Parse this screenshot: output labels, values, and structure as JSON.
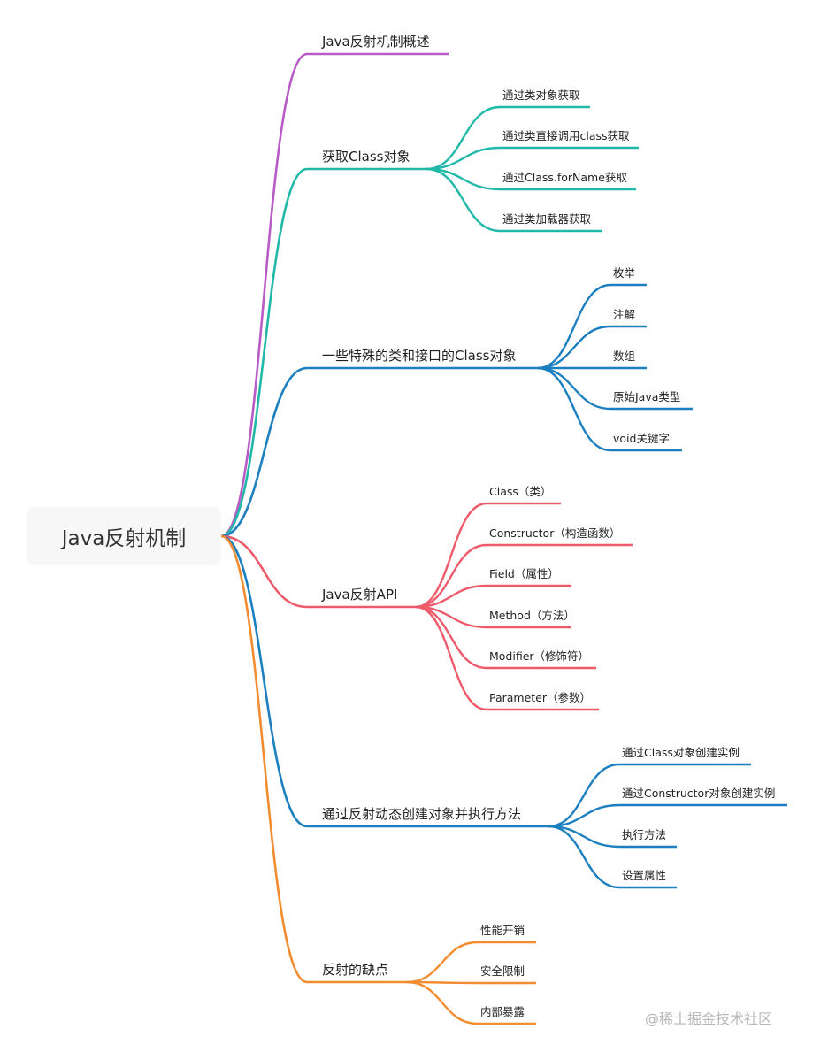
{
  "root": {
    "label": "Java反射机制"
  },
  "branches": [
    {
      "label": "Java反射机制概述",
      "color": "#b85bc6",
      "children": []
    },
    {
      "label": "获取Class对象",
      "color": "#20b8a8",
      "children": [
        "通过类对象获取",
        "通过类直接调用class获取",
        "通过Class.forName获取",
        "通过类加载器获取"
      ]
    },
    {
      "label": "一些特殊的类和接口的Class对象",
      "color": "#1b7fc0",
      "children": [
        "枚举",
        "注解",
        "数组",
        "原始Java类型",
        "void关键字"
      ]
    },
    {
      "label": "Java反射API",
      "color": "#ef5a6b",
      "children": [
        "Class（类）",
        "Constructor（构造函数）",
        "Field（属性）",
        "Method（方法）",
        "Modifier（修饰符）",
        "Parameter（参数）"
      ]
    },
    {
      "label": "通过反射动态创建对象并执行方法",
      "color": "#1b7fc0",
      "children": [
        "通过Class对象创建实例",
        "通过Constructor对象创建实例",
        "执行方法",
        "设置属性"
      ]
    },
    {
      "label": "反射的缺点",
      "color": "#f28c30",
      "children": [
        "性能开销",
        "安全限制",
        "内部暴露"
      ]
    }
  ],
  "watermark": "@稀土掘金技术社区"
}
